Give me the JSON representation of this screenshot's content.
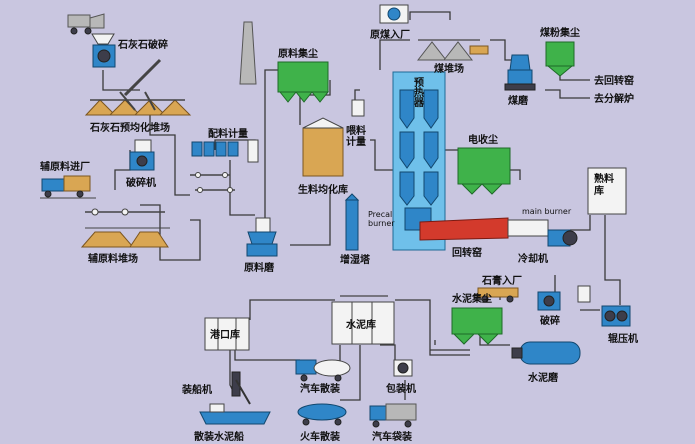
{
  "labels": {
    "limestone_crush": "石灰石破碎",
    "limestone_prehomo": "石灰石预均化堆场",
    "aux_material_in": "辅原料进厂",
    "crusher": "破碎机",
    "aux_material_yard": "辅原料堆场",
    "batching": "配料计量",
    "raw_mill": "原料磨",
    "raw_dust": "原料集尘",
    "raw_homo": "生料均化库",
    "feed_meter": "喂料\n计量",
    "conditioning_tower": "增湿塔",
    "preheater": "预热器",
    "precal_burner": "Precal\nburner",
    "esp": "电收尘",
    "kiln": "回转窑",
    "main_burner": "main burner",
    "cooler": "冷却机",
    "clinker_silo": "熟料库",
    "coal_in": "原煤入厂",
    "coal_yard": "煤堆场",
    "coal_dust": "煤粉集尘",
    "coal_mill": "煤磨",
    "to_kiln": "去回转窑",
    "to_calciner": "去分解炉",
    "gypsum_in": "石膏入厂",
    "cement_dust": "水泥集尘",
    "crush2": "破碎",
    "roller_press": "辊压机",
    "cement_mill": "水泥磨",
    "cement_silo": "水泥库",
    "port_silo": "港口库",
    "ship_loader": "装船机",
    "bulk_ship": "散装水泥船",
    "truck_bulk": "汽车散装",
    "rail_bulk": "火车散装",
    "packing": "包装机",
    "truck_bag": "汽车袋装"
  },
  "colors": {
    "background": "#c9c6e0",
    "dust_collector": "#3fb24a",
    "preheater": "#2f86c8",
    "kiln": "#d33a2c",
    "silo": "#d9a653"
  }
}
